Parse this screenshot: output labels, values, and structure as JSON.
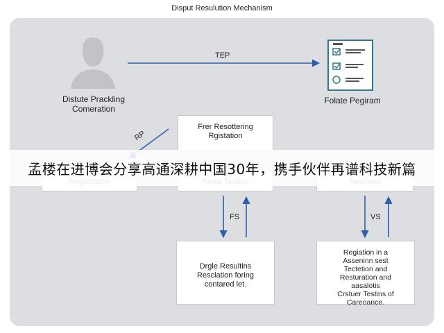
{
  "title": "Disput Resulution Mechanism",
  "nodes": {
    "party": "Distute Prackling\nComeration",
    "form": "Folate Pegiram",
    "registration": "Registration",
    "center_top": "Frer Resottering\nRgistation",
    "center_mid": "Reple Tersion",
    "resolves": "Resolues",
    "bottom_center": "Drgle Resultins\nResclation foring\ncontared let.",
    "bottom_right": "Regiation in a\nAsseninn sest\nTectetion and\nResturation and\naasalotis\nCrstuer Testins of\nCareoance."
  },
  "edges": {
    "top": "TEP",
    "diagonal": "RP",
    "mid_vertical": "FS",
    "right_vertical": "VS"
  },
  "banner": "孟楼在进博会分享高通深耕中国30年，携手伙伴再谱科技新篇",
  "colors": {
    "arrow": "#2f5fa8",
    "panel": "#dcdee1",
    "icon": "#b9bbbf",
    "check": "#2e7a86"
  }
}
